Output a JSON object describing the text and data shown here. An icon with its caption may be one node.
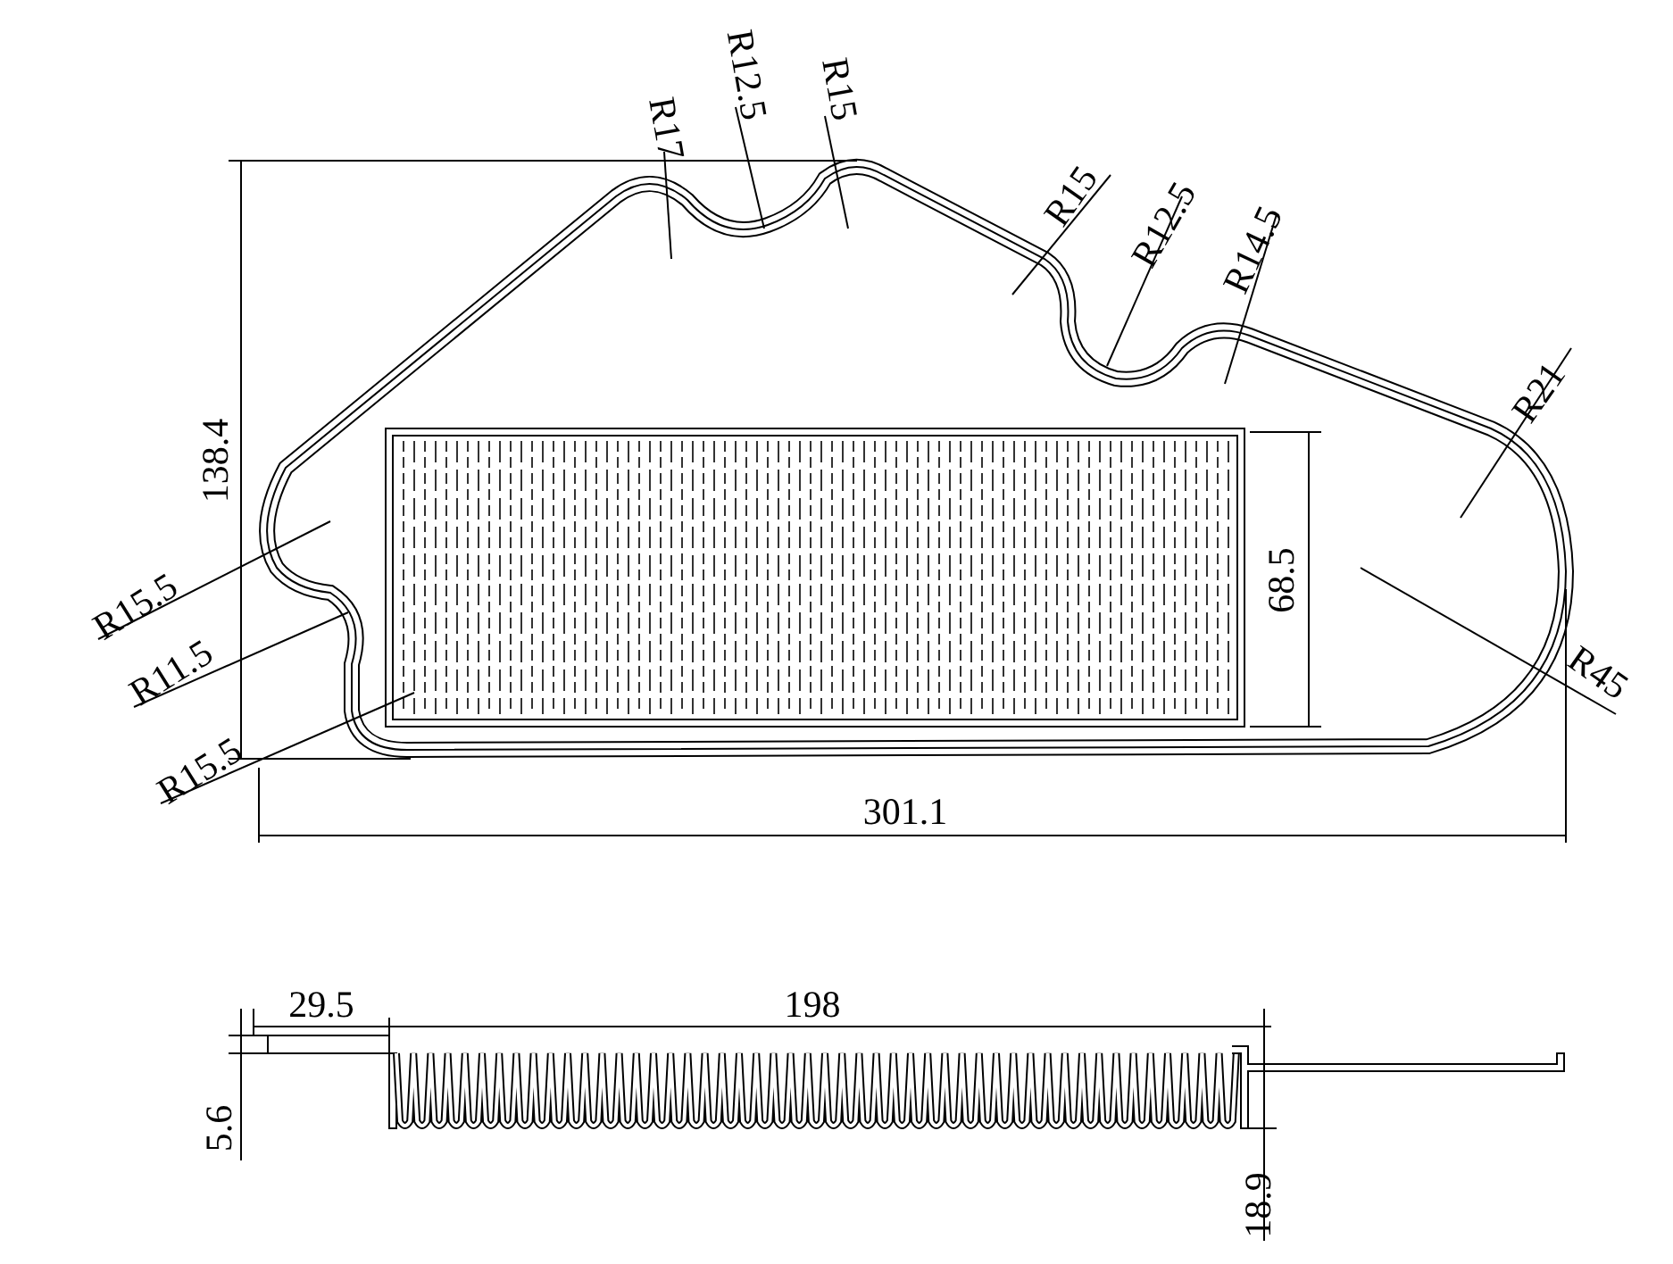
{
  "diagram": {
    "labels": [
      "R12.5",
      "R17",
      "R15",
      "R15",
      "R12.5",
      "R14.5",
      "R21",
      "138.4",
      "68.5",
      "R15.5",
      "R11.5",
      "R45",
      "R15.5",
      "301.1",
      "29.5",
      "198",
      "5.6",
      "18.9"
    ]
  }
}
